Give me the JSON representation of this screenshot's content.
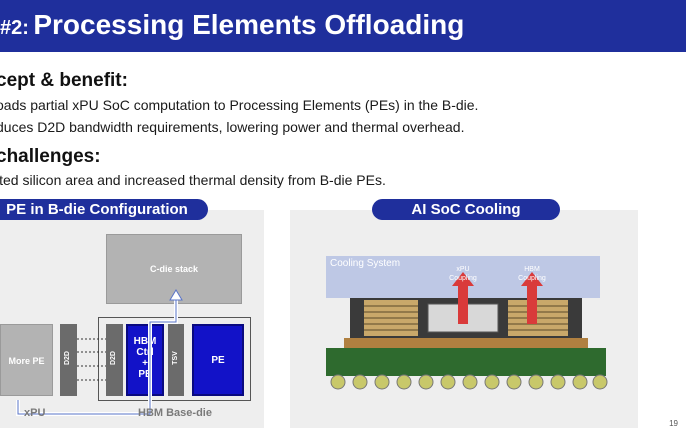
{
  "title": {
    "prefix": "#2:",
    "main": "Processing Elements Offloading"
  },
  "sections": {
    "concept_heading": "cept & benefit:",
    "concept_bullets": [
      "oads partial xPU SoC computation to Processing Elements (PEs) in the B-die.",
      "duces D2D bandwidth requirements, lowering power and thermal overhead."
    ],
    "challenges_heading": "challenges:",
    "challenges_bullets": [
      "ited silicon area and increased thermal density from B-die PEs."
    ]
  },
  "left_panel": {
    "title": "PE in B-die Configuration",
    "cdie": "C-die stack",
    "more_pe": "More PE",
    "d2d": "D2D",
    "hbm_ctrl": [
      "HBM",
      "Ctrl",
      "+",
      "PE"
    ],
    "tsv": "TSV",
    "pe": "PE",
    "label_xpu": "xPU",
    "label_base": "HBM Base-die"
  },
  "right_panel": {
    "title": "AI SoC Cooling",
    "cooling": "Cooling System",
    "xpu_coupling": [
      "xPU",
      "Coupling"
    ],
    "hbm_coupling": [
      "HBM",
      "Coupling"
    ]
  },
  "page_number": "19",
  "colors": {
    "header": "#1f2f9c",
    "pe_blue": "#1212c8",
    "arrow_red": "#d93a3a",
    "cooling": "#b8c3e3"
  }
}
